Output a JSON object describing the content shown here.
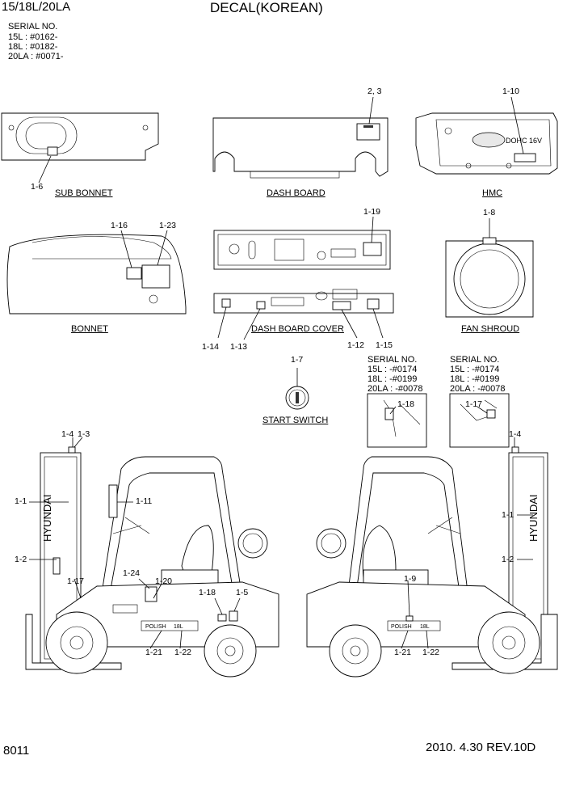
{
  "header": {
    "model": "15/18L/20LA",
    "title": "DECAL(KOREAN)",
    "serial_heading": "SERIAL NO.",
    "serials": [
      "15L : #0162-",
      "18L : #0182-",
      "20LA : #0071-"
    ]
  },
  "components": {
    "sub_bonnet": "SUB BONNET",
    "dash_board": "DASH BOARD",
    "hmc": "HMC",
    "bonnet": "BONNET",
    "dash_board_cover": "DASH BOARD COVER",
    "fan_shroud": "FAN SHROUD",
    "start_switch": "START SWITCH"
  },
  "inset_left": {
    "heading": "SERIAL NO.",
    "serials": [
      "15L : -#0174",
      "18L : -#0199",
      "20LA : -#0078"
    ],
    "callout": "1-18"
  },
  "inset_right": {
    "heading": "SERIAL NO.",
    "serials": [
      "15L : -#0174",
      "18L : -#0199",
      "20LA : -#0078"
    ],
    "callout": "1-17"
  },
  "engine_text": "DOHC 16V",
  "mast_text": "HYUNDAI",
  "counterweight_text": [
    "POLISH",
    "18L"
  ],
  "callouts": {
    "c_1_6": "1-6",
    "c_2_3": "2, 3",
    "c_1_10": "1-10",
    "c_1_16": "1-16",
    "c_1_23": "1-23",
    "c_1_19": "1-19",
    "c_1_8": "1-8",
    "c_1_14": "1-14",
    "c_1_13": "1-13",
    "c_1_12": "1-12",
    "c_1_15": "1-15",
    "c_1_7": "1-7",
    "l_1_4": "1-4",
    "l_1_3": "1-3",
    "l_1_1": "1-1",
    "l_1_11": "1-11",
    "l_1_2": "1-2",
    "l_1_17": "1-17",
    "l_1_24": "1-24",
    "l_1_20": "1-20",
    "l_1_18": "1-18",
    "l_1_5": "1-5",
    "l_1_21": "1-21",
    "l_1_22": "1-22",
    "r_1_4": "1-4",
    "r_1_1": "1-1",
    "r_1_2": "1-2",
    "r_1_9": "1-9",
    "r_1_21": "1-21",
    "r_1_22": "1-22"
  },
  "footer": {
    "page": "8011",
    "date_rev": "2010. 4.30  REV.10D"
  }
}
